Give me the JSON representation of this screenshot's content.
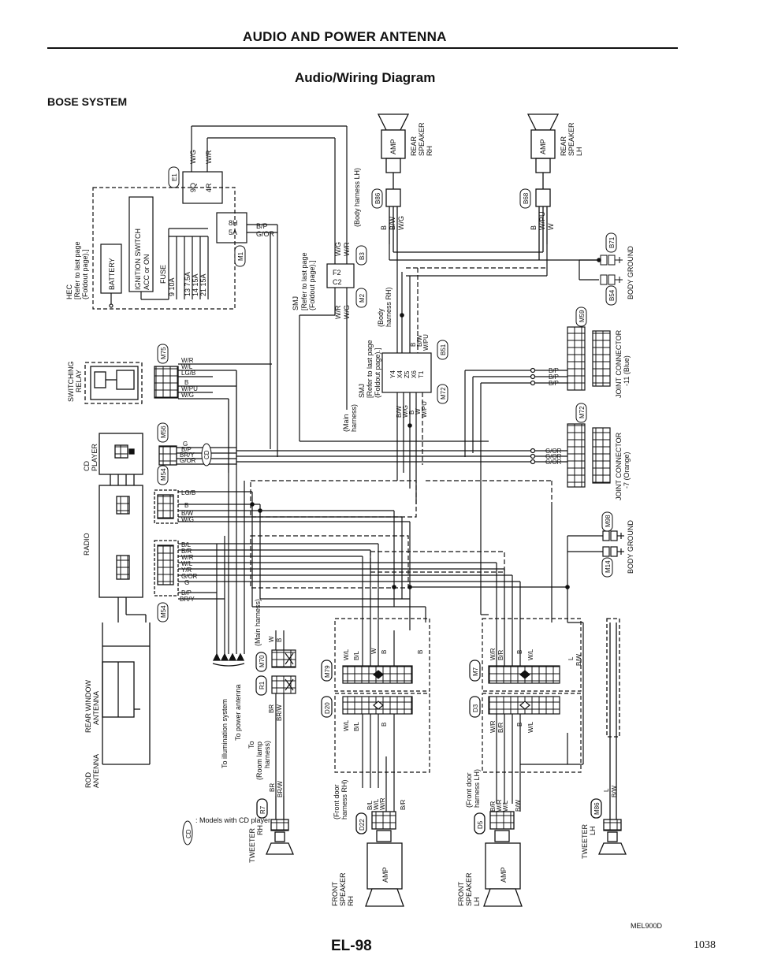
{
  "header": {
    "section_title": "AUDIO AND POWER ANTENNA",
    "diagram_title": "Audio/Wiring Diagram",
    "system_name": "BOSE SYSTEM"
  },
  "footer": {
    "figure_code": "MEL900D",
    "page_code": "EL-98",
    "folio": "1038"
  },
  "legend": {
    "cd_symbol": "CD",
    "cd_note": ": Models with CD player"
  },
  "fuse_block": {
    "hec_label": "HEC",
    "hec_ref_1": "[Refer to last page",
    "hec_ref_2": "(Foldout page).]",
    "battery": "BATTERY",
    "ignition_1": "IGNITION SWITCH",
    "ignition_2": "ACC or ON",
    "fuse": "FUSE",
    "fuses": [
      "9 10A",
      "13 7.5A",
      "14 15A",
      "21 15A"
    ],
    "fusible_8h": "8H",
    "fusible_5a": "5A",
    "fusible_9q": "9Q",
    "fusible_4r": "4R",
    "wire_wg": "W/G",
    "wire_wr": "W/R",
    "conn_e1": "E1",
    "conn_m1": "M1",
    "wire_bp": "B/P",
    "wire_gor": "G/OR"
  },
  "smj_top": {
    "label": "SMJ",
    "ref_1": "[Refer to last page",
    "ref_2": "(Foldout page).]",
    "f2": "F2",
    "c2": "C2",
    "conn_b3": "B3",
    "conn_m2": "M2",
    "wire_wg": "W/G",
    "wire_wr": "W/R",
    "body_harness_lh": "(Body harness LH)"
  },
  "rear_speaker_rh": {
    "label_1": "REAR",
    "label_2": "SPEAKER",
    "label_3": "RH",
    "amp": "AMP",
    "conn": "B86",
    "wires": [
      "B",
      "B/W",
      "W/G"
    ]
  },
  "rear_speaker_lh": {
    "label_1": "REAR",
    "label_2": "SPEAKER",
    "label_3": "LH",
    "amp": "AMP",
    "conn": "B68",
    "wires": [
      "B",
      "W/PU",
      "W"
    ]
  },
  "body_ground_top": {
    "label": "BODY GROUND",
    "conn_1": "B71",
    "conn_2": "B54"
  },
  "smj_mid": {
    "label": "SMJ",
    "ref_1": "[Refer to last page",
    "ref_2": "(Foldout page).]",
    "pins": [
      "Y4",
      "X4",
      "Z5",
      "X6",
      "T1"
    ],
    "conn_b51": "B51",
    "conn_m72": "M72",
    "body_harness_rh_1": "(Body",
    "body_harness_rh_2": "harness RH)",
    "main_harness_1": "(Main",
    "main_harness_2": "harness)",
    "wires_top": [
      "B",
      "B/W",
      "W/PU"
    ],
    "wires_bottom": [
      "B/W",
      "W/G",
      "B",
      "W",
      "W/PU"
    ]
  },
  "joint_blue": {
    "label_1": "JOINT CONNECTOR",
    "label_2": "-11 (Blue)",
    "conn": "M59",
    "wires": [
      "B/P",
      "B/P",
      "B/P"
    ]
  },
  "joint_orange": {
    "label_1": "JOINT CONNECTOR",
    "label_2": "-7 (Orange)",
    "conn": "M72",
    "wires": [
      "G/OR",
      "G/OR",
      "G/OR"
    ]
  },
  "body_ground_mid": {
    "label": "BODY GROUND",
    "conn_1": "M98",
    "conn_2": "M14"
  },
  "switching_relay": {
    "label_1": "SWITCHING",
    "label_2": "RELAY",
    "conn": "M75",
    "wires": [
      "W/R",
      "W/L",
      "LG/B",
      "B",
      "W/PU",
      "W/G"
    ]
  },
  "cd_player": {
    "label_1": "CD",
    "label_2": "PLAYER",
    "conn_1": "M56",
    "conn_2": "M54",
    "wires": [
      "G",
      "B/P",
      "BR/Y",
      "G/OR"
    ],
    "cd_mark": "CD"
  },
  "radio": {
    "label": "RADIO",
    "conn": "M54",
    "wires_a": [
      "LG/B",
      "B",
      "B/W",
      "W/G"
    ],
    "wires_b": [
      "B/L",
      "B/R",
      "W/R",
      "W/L",
      "Y/R",
      "G/OR",
      "G"
    ],
    "wires_c": [
      "B/P",
      "BR/Y"
    ]
  },
  "antenna": {
    "rear_window_1": "REAR WINDOW",
    "rear_window_2": "ANTENNA",
    "rod_1": "ROD",
    "rod_2": "ANTENNA"
  },
  "illumination": {
    "to_illum": "To illumination system",
    "to_power_ant": "To power antenna",
    "to_room_lamp_1": "To",
    "to_room_lamp_2": "(Room lamp",
    "to_room_lamp_3": "harness)",
    "main_harness": "(Main harness)",
    "conn_m70": "M70",
    "conn_r1": "R1",
    "wire_w": "W",
    "wire_b": "B",
    "wire_br": "BR",
    "wire_brw": "BR/W"
  },
  "tweeter_rh": {
    "label_1": "TWEETER",
    "label_2": "RH",
    "conn": "R7",
    "wires": [
      "BR",
      "BR/W"
    ]
  },
  "tweeter_lh": {
    "label_1": "TWEETER",
    "label_2": "LH",
    "conn": "M86",
    "wires": [
      "L",
      "B/W"
    ]
  },
  "front_speaker_rh": {
    "label_1": "FRONT",
    "label_2": "SPEAKER",
    "label_3": "RH",
    "amp": "AMP",
    "conn": "D22",
    "harness_1": "(Front door",
    "harness_2": "harness RH)",
    "wires": [
      "B/L",
      "W/L",
      "W/R",
      "B/R"
    ]
  },
  "front_speaker_lh": {
    "label_1": "FRONT",
    "label_2": "SPEAKER",
    "label_3": "LH",
    "amp": "AMP",
    "conn": "D5",
    "harness_1": "(Front door",
    "harness_2": "harness LH)",
    "wires": [
      "B/R",
      "W/R",
      "W/L",
      "B/W"
    ]
  },
  "mid_conn_rh": {
    "conn_top": "M79",
    "conn_bot": "D20",
    "wires_top": [
      "W/L",
      "B/L",
      "W",
      "B"
    ],
    "wires_bot": [
      "W/L",
      "B/L",
      "B"
    ],
    "wire_b": "B"
  },
  "mid_conn_lh": {
    "conn_top": "M7",
    "conn_bot": "D3",
    "wires_top": [
      "W/R",
      "B/R",
      "B",
      "W/L"
    ],
    "wires_bot": [
      "W/R",
      "B/R",
      "B",
      "W/L"
    ],
    "wire_l": "L",
    "wire_bw": "B/W"
  }
}
